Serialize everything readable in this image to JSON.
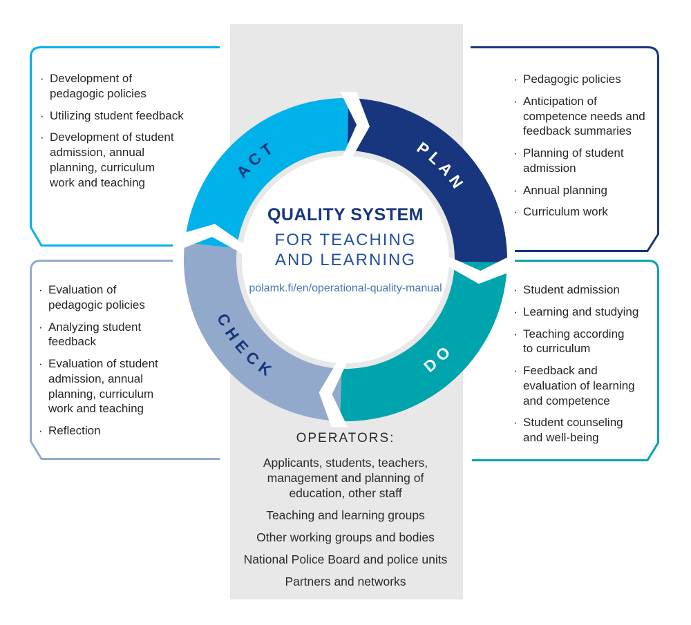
{
  "center": {
    "title": "QUALITY SYSTEM",
    "subtitle": "FOR TEACHING\nAND LEARNING",
    "url": "polamk.fi/en/operational-quality-manual"
  },
  "cycle": {
    "segments": [
      {
        "id": "plan",
        "label": "PLAN",
        "color": "#17367d",
        "text_color": "#ffffff"
      },
      {
        "id": "do",
        "label": "DO",
        "color": "#00a4ac",
        "text_color": "#ffffff"
      },
      {
        "id": "check",
        "label": "CHECK",
        "color": "#93a9cc",
        "text_color": "#17367d"
      },
      {
        "id": "act",
        "label": "ACT",
        "color": "#00b1ea",
        "text_color": "#17367d"
      }
    ]
  },
  "boxes": {
    "act": {
      "border_color": "#00b1ea",
      "items": [
        "Development of\npedagogic policies",
        "Utilizing student feedback",
        "Development of student\nadmission, annual\nplanning, curriculum\nwork and teaching"
      ]
    },
    "plan": {
      "border_color": "#17367d",
      "items": [
        "Pedagogic policies",
        "Anticipation of\ncompetence needs and\nfeedback summaries",
        "Planning of student\nadmission",
        "Annual planning",
        "Curriculum work"
      ]
    },
    "check": {
      "border_color": "#93a9cc",
      "items": [
        "Evaluation of\npedagogic policies",
        "Analyzing student\nfeedback",
        "Evaluation of student\nadmission, annual\nplanning, curriculum\nwork and teaching",
        "Reflection"
      ]
    },
    "do": {
      "border_color": "#00a4ac",
      "items": [
        "Student admission",
        "Learning and studying",
        "Teaching according\nto curriculum",
        "Feedback and\nevaluation of learning\nand competence",
        "Student counseling\nand well-being"
      ]
    }
  },
  "operators": {
    "heading": "OPERATORS:",
    "groups": [
      "Applicants, students, teachers,\nmanagement and planning of\neducation, other staff",
      "Teaching and learning groups",
      "Other working groups and bodies",
      "National Police Board and police units",
      "Partners and networks"
    ]
  },
  "colors": {
    "cyan": "#00b1ea",
    "navy": "#17367d",
    "teal": "#00a4ac",
    "grayblue": "#93a9cc",
    "band": "#e8e8e8",
    "title": "#17367d",
    "subtitle": "#21509c",
    "url": "#4177b0",
    "body_text": "#262626",
    "operators_text": "#2b2b2b"
  }
}
